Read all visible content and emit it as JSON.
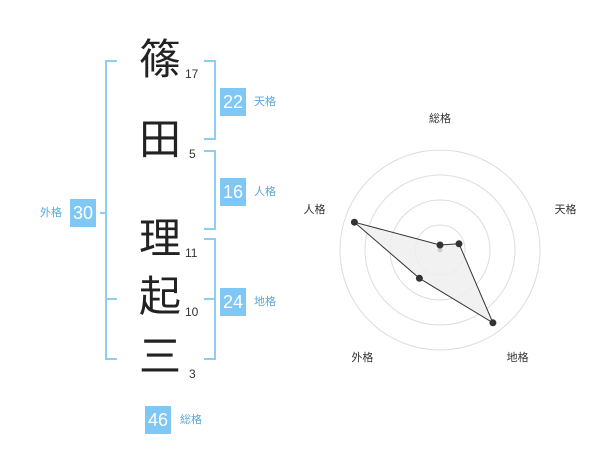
{
  "colors": {
    "accent": "#7fc7f5",
    "bracket": "#8ccff2",
    "label_text": "#5aa7d8",
    "kanji_text": "#222222",
    "radar_ring": "#dddddd",
    "radar_fill": "#eeeeee",
    "radar_line": "#333333"
  },
  "name": {
    "characters": [
      {
        "char": "篠",
        "strokes": "17"
      },
      {
        "char": "田",
        "strokes": "5"
      },
      {
        "char": "理",
        "strokes": "11"
      },
      {
        "char": "起",
        "strokes": "10"
      },
      {
        "char": "三",
        "strokes": "3"
      }
    ]
  },
  "kakusu": {
    "tenkaku": {
      "value": "22",
      "label": "天格"
    },
    "jinkaku": {
      "value": "16",
      "label": "人格"
    },
    "chikaku": {
      "value": "24",
      "label": "地格"
    },
    "gaikaku": {
      "value": "30",
      "label": "外格"
    },
    "soukaku": {
      "value": "46",
      "label": "総格"
    }
  },
  "chart_data": {
    "type": "radar",
    "axes": [
      "総格",
      "天格",
      "地格",
      "外格",
      "人格"
    ],
    "values": [
      0.05,
      0.2,
      0.9,
      0.35,
      0.9
    ],
    "range": [
      0,
      1
    ],
    "rings": 4
  }
}
